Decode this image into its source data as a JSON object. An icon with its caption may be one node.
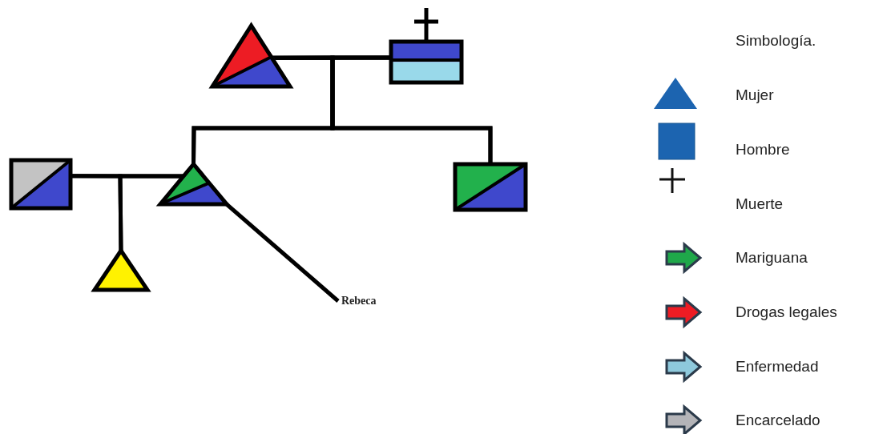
{
  "diagram": {
    "nodes": [
      {
        "text": [],
        "shape": "triangle"
      },
      {
        "text": [],
        "shape": "box"
      },
      {
        "text": [],
        "shape": "box"
      },
      {
        "text": [],
        "shape": "triangle"
      },
      {
        "text": [],
        "shape": "box"
      },
      {
        "text": [],
        "shape": "triangle"
      },
      {
        "text": [
          "Rebeca"
        ]
      }
    ],
    "edges": [
      {
        "from": 0,
        "to": 1,
        "arrow": "none"
      },
      {
        "from": 0,
        "to": 3,
        "arrow": "none"
      },
      {
        "from": 1,
        "to": 3,
        "arrow": "none"
      },
      {
        "from": 0,
        "to": 4,
        "arrow": "none"
      },
      {
        "from": 1,
        "to": 4,
        "arrow": "none"
      },
      {
        "from": 2,
        "to": 3,
        "arrow": "none"
      },
      {
        "from": 2,
        "to": 5,
        "arrow": "none"
      },
      {
        "from": 3,
        "to": 5,
        "arrow": "none"
      },
      {
        "from": 6,
        "to": 3,
        "arrow": "none"
      }
    ],
    "labels": [
      "Simbología."
    ],
    "legend": [
      {
        "text": "Mujer"
      },
      {
        "text": "Hombre"
      },
      {
        "text": "Muerte"
      },
      {
        "text": "Mariguana",
        "color": "#1fa84a"
      },
      {
        "text": "Drogas legales",
        "color": "#ee1c24"
      },
      {
        "text": "Enfermedad",
        "color": "#8ec9dc"
      },
      {
        "text": "Encarcelado",
        "color": "#b4b4b8"
      }
    ]
  }
}
